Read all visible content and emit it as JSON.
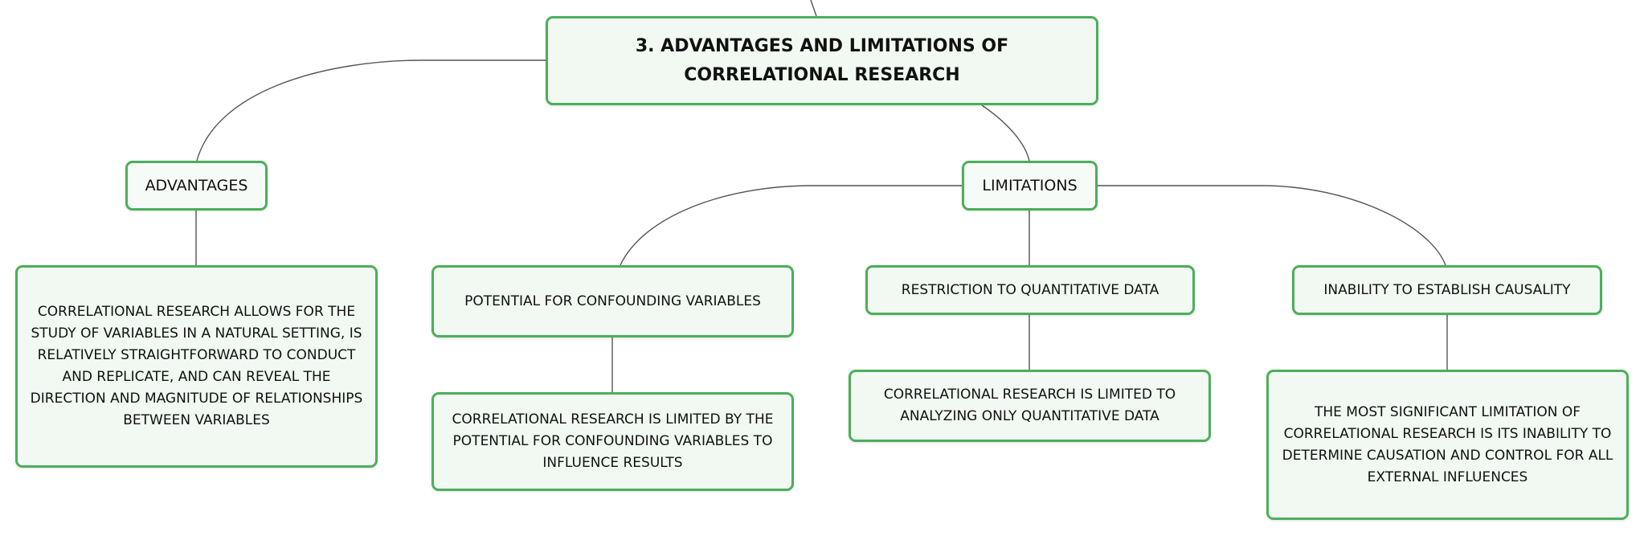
{
  "diagram": {
    "root": {
      "label": "3. ADVANTAGES AND LIMITATIONS OF CORRELATIONAL RESEARCH"
    },
    "advantages": {
      "label": "ADVANTAGES",
      "detail": "CORRELATIONAL RESEARCH ALLOWS FOR THE STUDY OF VARIABLES IN A NATURAL SETTING, IS RELATIVELY STRAIGHTFORWARD TO CONDUCT AND REPLICATE, AND CAN REVEAL THE DIRECTION AND MAGNITUDE OF RELATIONSHIPS BETWEEN VARIABLES"
    },
    "limitations": {
      "label": "LIMITATIONS",
      "items": [
        {
          "label": "POTENTIAL FOR CONFOUNDING VARIABLES",
          "detail": "CORRELATIONAL RESEARCH IS LIMITED BY THE POTENTIAL FOR CONFOUNDING VARIABLES TO INFLUENCE RESULTS"
        },
        {
          "label": "RESTRICTION TO QUANTITATIVE DATA",
          "detail": "CORRELATIONAL RESEARCH IS LIMITED TO ANALYZING ONLY QUANTITATIVE DATA"
        },
        {
          "label": "INABILITY TO ESTABLISH CAUSALITY",
          "detail": "THE MOST SIGNIFICANT LIMITATION OF CORRELATIONAL RESEARCH IS ITS INABILITY TO DETERMINE CAUSATION AND CONTROL FOR ALL EXTERNAL INFLUENCES"
        }
      ]
    },
    "colors": {
      "node_border": "#4caf5a",
      "node_fill": "#f1f9f2",
      "connector": "#555555"
    }
  }
}
